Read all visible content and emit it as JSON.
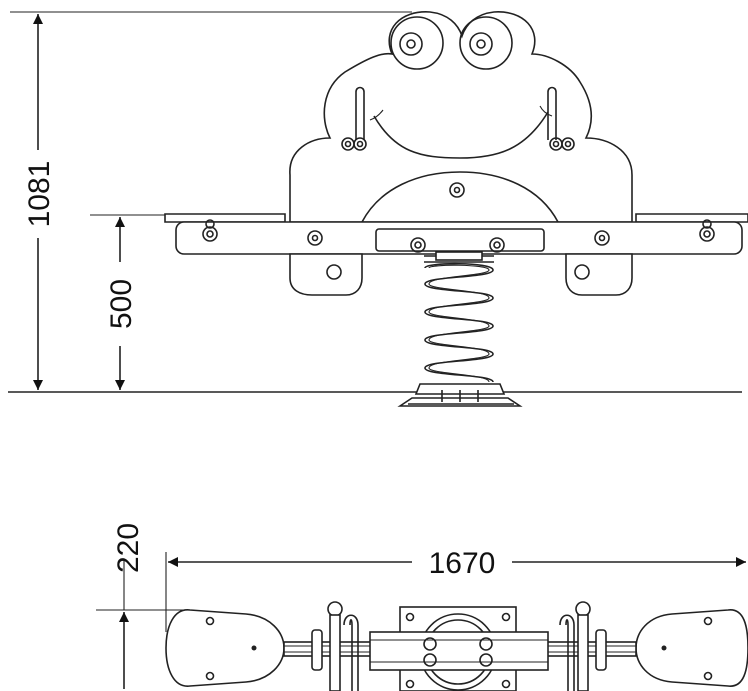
{
  "dimensions": {
    "total_height": "1081",
    "seat_height": "500",
    "length": "1670",
    "width": "220"
  }
}
